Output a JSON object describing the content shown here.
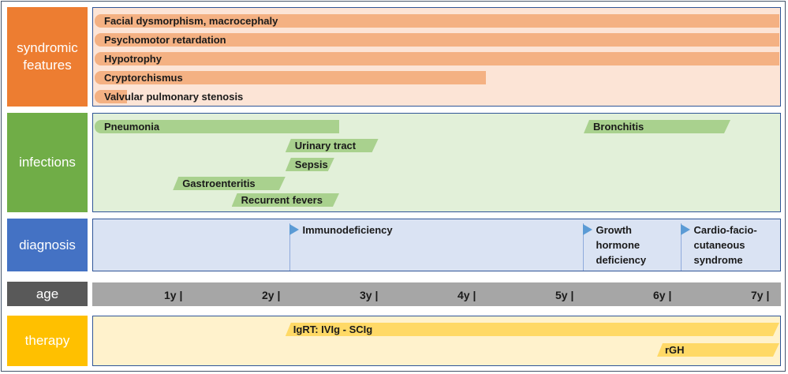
{
  "rows": {
    "syndromic": {
      "label": "syndromic features",
      "color": "#ed7d31",
      "panel_color": "#fce4d6"
    },
    "infections": {
      "label": "infections",
      "color": "#70ad47",
      "panel_color": "#e2f0d9"
    },
    "diagnosis": {
      "label": "diagnosis",
      "color": "#4472c4",
      "panel_color": "#dae3f3"
    },
    "age": {
      "label": "age",
      "color": "#595959",
      "panel_color": "#a6a6a6"
    },
    "therapy": {
      "label": "therapy",
      "color": "#ffc000",
      "panel_color": "#fff2cc"
    }
  },
  "syndromic_bars": [
    {
      "label": "Facial dysmorphism, macrocephaly",
      "start_years": 0.0,
      "end_years": 7.0
    },
    {
      "label": "Psychomotor retardation",
      "start_years": 0.0,
      "end_years": 7.0
    },
    {
      "label": "Hypotrophy",
      "start_years": 0.0,
      "end_years": 7.0
    },
    {
      "label": "Cryptorchismus",
      "start_years": 0.0,
      "end_years": 4.0
    },
    {
      "label": "Valvular pulmonary stenosis",
      "start_years": 0.0,
      "end_years": 0.33
    }
  ],
  "infection_bars": [
    {
      "label": "Pneumonia",
      "start_years": 0.0,
      "end_years": 2.5
    },
    {
      "label": "Bronchitis",
      "start_years": 5.0,
      "end_years": 6.5
    },
    {
      "label": "Urinary tract",
      "start_years": 1.95,
      "end_years": 2.9
    },
    {
      "label": "Sepsis",
      "start_years": 1.95,
      "end_years": 2.45
    },
    {
      "label": "Gastroenteritis",
      "start_years": 0.8,
      "end_years": 1.95
    },
    {
      "label": "Recurrent fevers",
      "start_years": 1.4,
      "end_years": 2.5
    }
  ],
  "diagnosis_events": [
    {
      "lines": [
        "Immunodeficiency"
      ],
      "at_years": 2.0
    },
    {
      "lines": [
        "Growth",
        "hormone",
        "deficiency"
      ],
      "at_years": 5.0
    },
    {
      "lines": [
        "Cardio-facio-",
        "cutaneous",
        "syndrome"
      ],
      "at_years": 6.0
    }
  ],
  "age_ticks": [
    "1y |",
    "2y |",
    "3y |",
    "4y |",
    "5y |",
    "6y |",
    "7y |"
  ],
  "therapy_bars": [
    {
      "label": "IgRT: IVIg - SCIg",
      "start_years": 1.95,
      "end_years": 7.0
    },
    {
      "label": "rGH",
      "start_years": 5.75,
      "end_years": 7.0
    }
  ]
}
